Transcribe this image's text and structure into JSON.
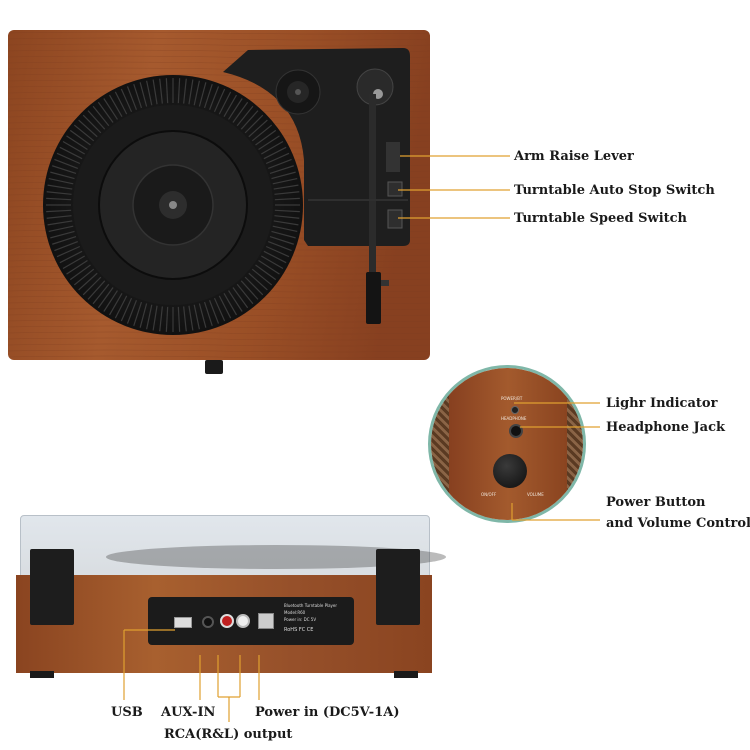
{
  "top_callouts": {
    "arm_raise_lever": "Arm Raise Lever",
    "auto_stop_switch": "Turntable Auto Stop Switch",
    "speed_switch": "Turntable Speed Switch"
  },
  "side_callouts": {
    "light_indicator": "Lighr Indicator",
    "headphone_jack": "Headphone Jack",
    "power_volume_line1": "Power Button",
    "power_volume_line2": "and Volume Control"
  },
  "panel_print": {
    "power_bt": "POWER/BT",
    "headphone": "HEADPHONE",
    "on_off": "ON/OFF",
    "volume": "VOLUME"
  },
  "rear_panel_print": {
    "title": "Bluetooth Turntable Player",
    "model": "Model:R60",
    "power": "Power in: DC 5V",
    "marks": "RoHS  FC  CE"
  },
  "bottom_callouts": {
    "usb": "USB",
    "aux_in": "AUX-IN",
    "rca": "RCA(R&L) output",
    "power_in": "Power in (DC5V-1A)"
  },
  "colors": {
    "wood": "#a0522d",
    "wood_dark": "#7a3a1c",
    "callout_line": "#e0a030",
    "panel_black": "#1c1c1c",
    "text": "#1a1a1a"
  }
}
